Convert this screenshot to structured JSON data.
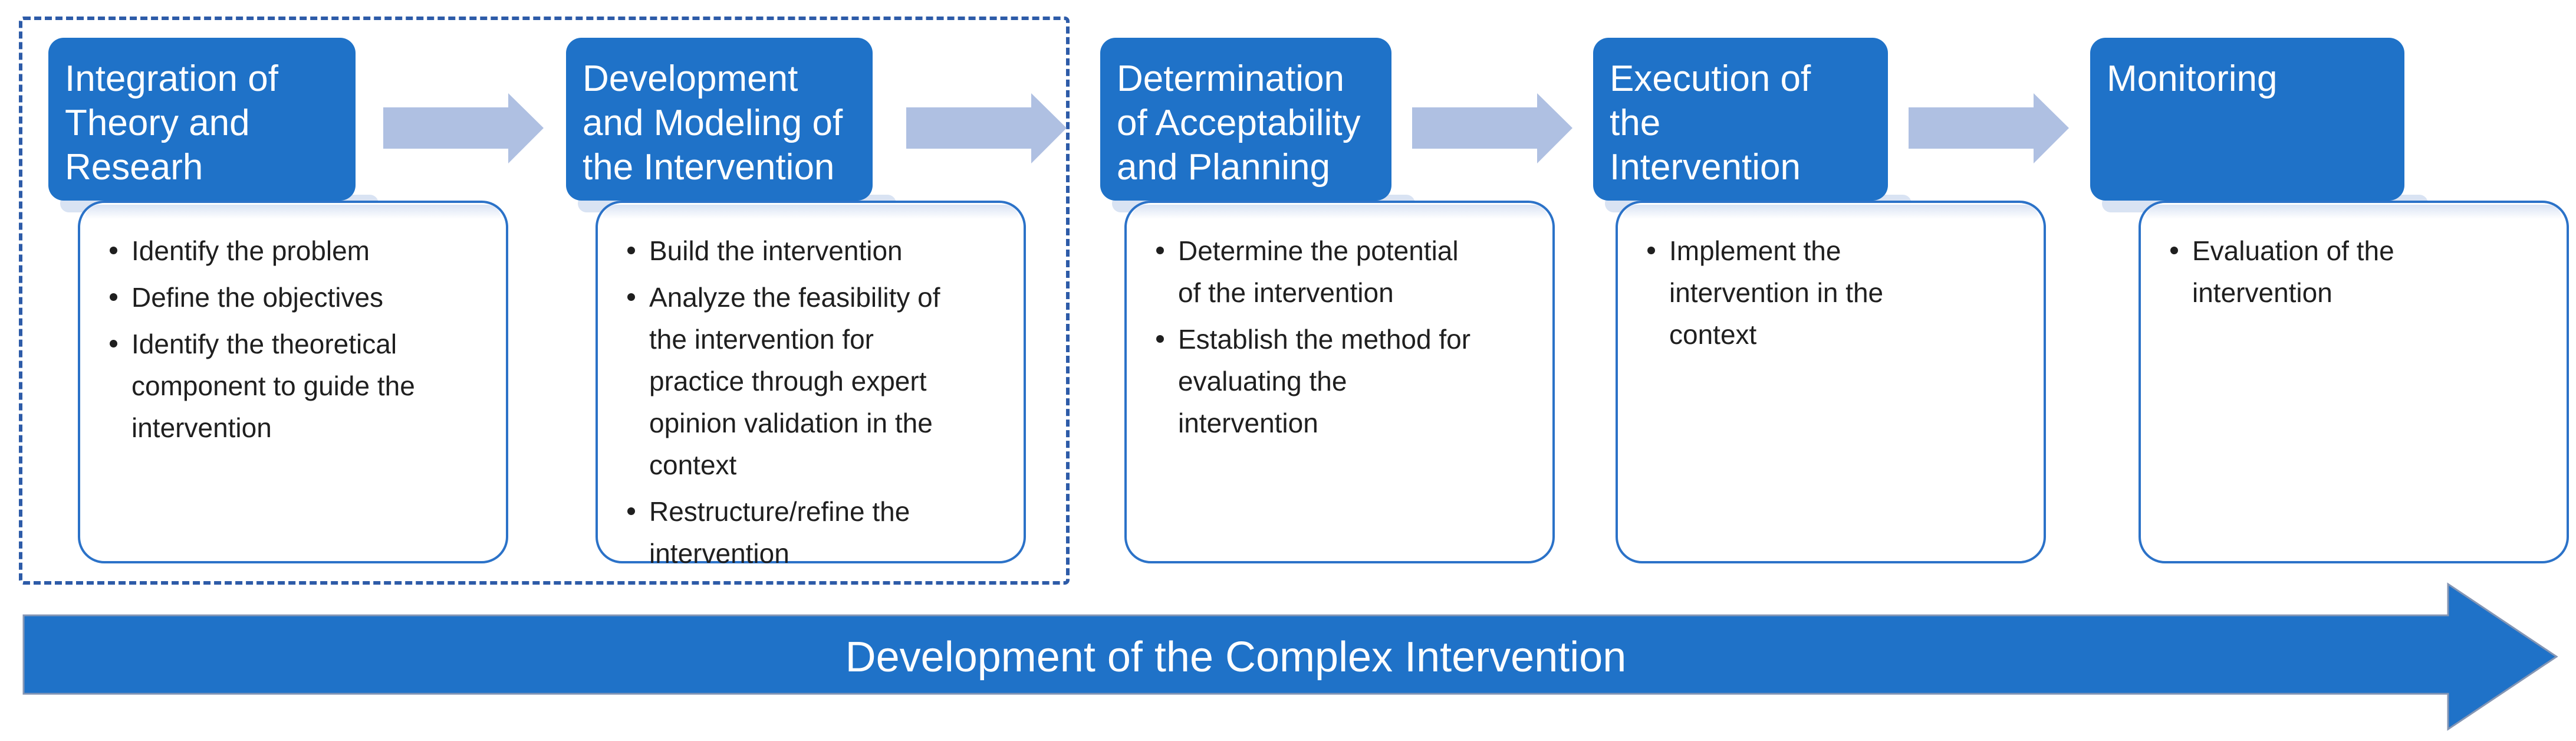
{
  "diagram": {
    "title": "Development of the Complex Intervention process diagram",
    "stages": [
      {
        "title": "Integration of\nTheory and\nResearh",
        "bullets": [
          "Identify the problem",
          "Define the objectives",
          "Identify the theoretical\ncomponent to guide the\nintervention"
        ]
      },
      {
        "title": "Development\nand Modeling of\nthe Intervention",
        "bullets": [
          "Build the intervention",
          "Analyze the feasibility of\nthe intervention for\npractice through expert\nopinion validation in the\ncontext",
          "Restructure/refine the\nintervention"
        ]
      },
      {
        "title": "Determination\nof Acceptability\nand Planning",
        "bullets": [
          "Determine the potential\nof the intervention",
          "Establish the method for\nevaluating the\nintervention"
        ]
      },
      {
        "title": "Execution of the\nIntervention",
        "bullets": [
          "Implement the\nintervention in the\ncontext"
        ]
      },
      {
        "title": "Monitoring",
        "bullets": [
          "Evaluation of the\nintervention"
        ]
      }
    ],
    "bottom_arrow": {
      "label": "Development of the Complex Intervention"
    },
    "colors": {
      "header_blue": "#1f72c8",
      "flow_arrow_blue": "#afc0e2",
      "dashed_frame_blue": "#2d5ba8",
      "detail_border_blue": "#2b72c8",
      "bottom_arrow_blue": "#1f72c8",
      "text_dark": "#1f1f1f"
    }
  }
}
